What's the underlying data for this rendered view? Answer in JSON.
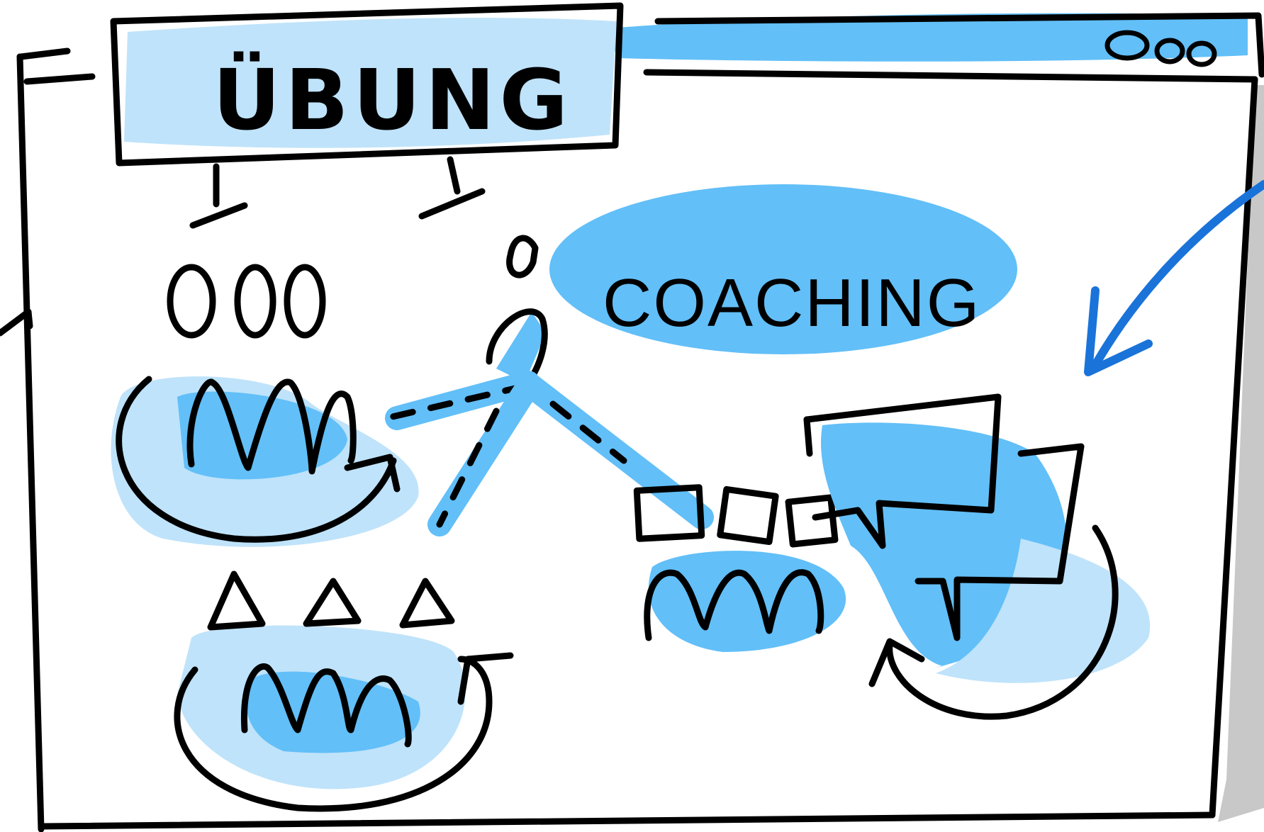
{
  "title": "ÜBUNG",
  "label": "COACHING",
  "window_controls": "ooo",
  "colors": {
    "ink": "#000000",
    "blue_light": "#bfe3fa",
    "blue_mid": "#62bff8",
    "blue_arrow": "#1a73d9",
    "shadow": "#c8c8c8"
  },
  "icons": [
    "person-icon",
    "group-circle-icon",
    "group-triangle-icon",
    "group-square-icon",
    "speech-bubble-icon",
    "cycle-arrow-icon",
    "incoming-arrow-icon"
  ]
}
